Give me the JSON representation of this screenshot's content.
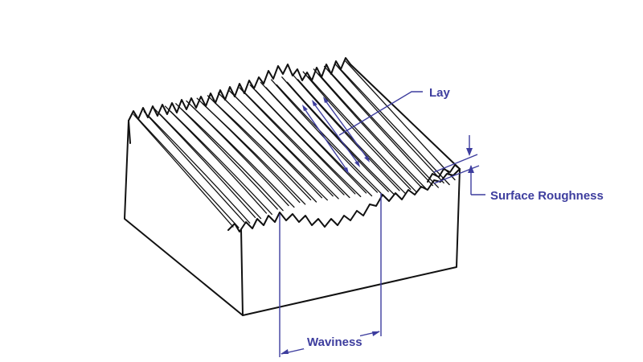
{
  "labels": {
    "lay": "Lay",
    "surface_roughness": "Surface Roughness",
    "waviness": "Waviness"
  },
  "colors": {
    "ink": "#111111",
    "annotation": "#3d3d9e",
    "background": "#ffffff"
  }
}
